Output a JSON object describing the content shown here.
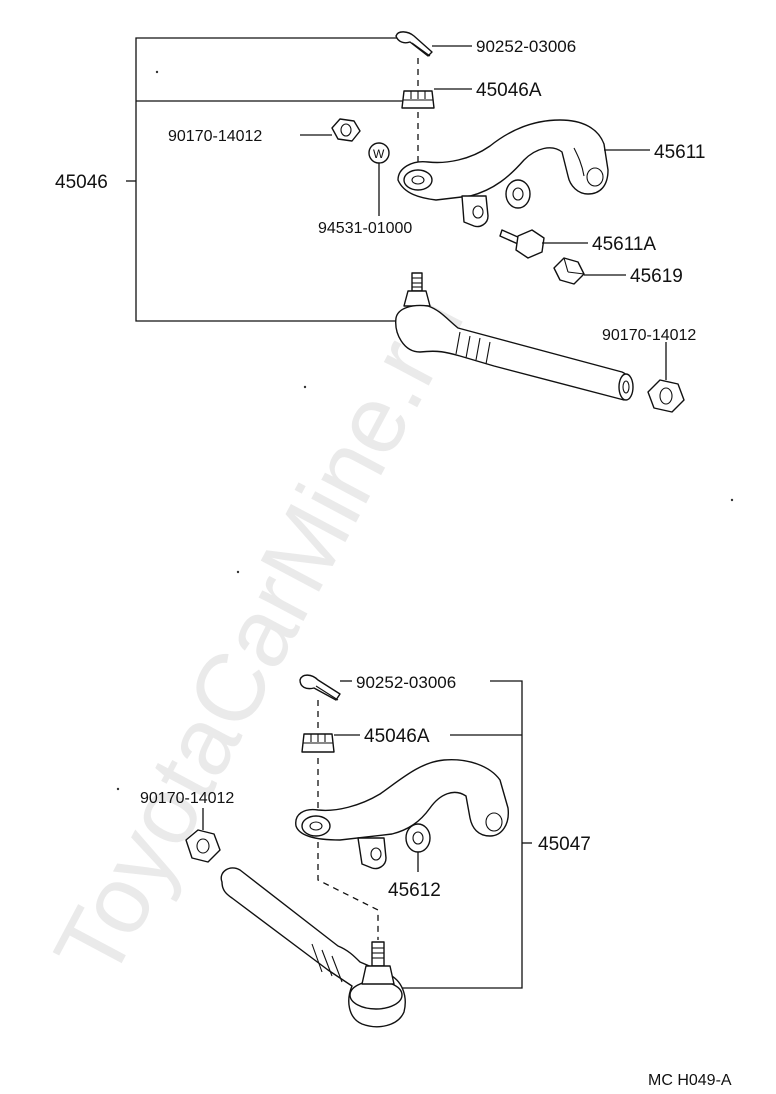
{
  "watermark": "ToyotaCarMine.ru",
  "diagram_code": "MC  H049-A",
  "upper_assembly": {
    "assembly_number": "45046",
    "cotter_pin": "90252-03006",
    "castle_nut": "45046A",
    "nut_left": "90170-14012",
    "washer_symbol": "W",
    "washer_number": "94531-01000",
    "steering_arm": "45611",
    "bolt": "45611A",
    "bolt_nut": "45619",
    "tie_rod_nut": "90170-14012"
  },
  "lower_assembly": {
    "assembly_number": "45047",
    "cotter_pin": "90252-03006",
    "castle_nut": "45046A",
    "tie_rod_nut": "90170-14012",
    "steering_arm": "45612"
  }
}
